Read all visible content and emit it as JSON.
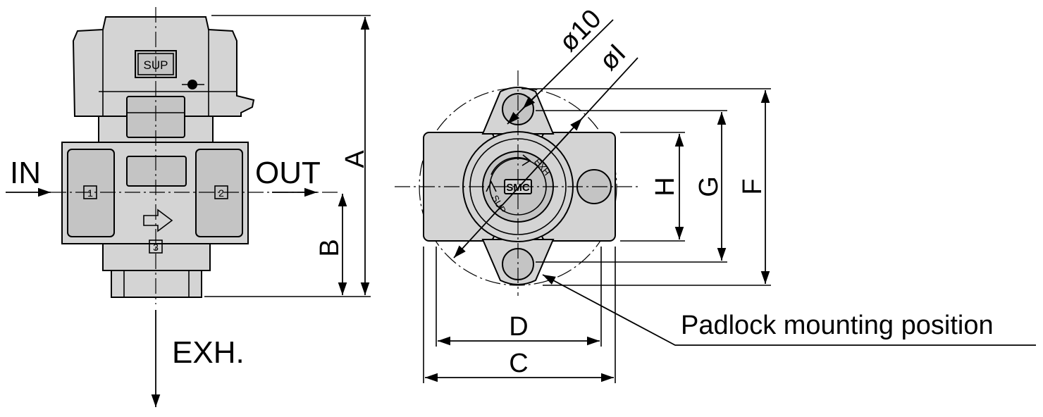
{
  "side_view": {
    "port_in": "IN",
    "port_out": "OUT",
    "port_exh": "EXH.",
    "sup_marking": "SUP",
    "port_numbers": [
      "1",
      "2",
      "3"
    ],
    "dimensions": [
      "A",
      "B"
    ]
  },
  "top_view": {
    "brand_marking": "SMC",
    "dial_sup": "SUP",
    "dial_exh": "EXH",
    "diameter_10": "ø10",
    "diameter_i": "øI",
    "dimensions": [
      "C",
      "D",
      "F",
      "G",
      "H"
    ],
    "padlock_callout": "Padlock mounting position"
  },
  "colors": {
    "body_fill": "#d4d4d4",
    "line": "#000000"
  }
}
